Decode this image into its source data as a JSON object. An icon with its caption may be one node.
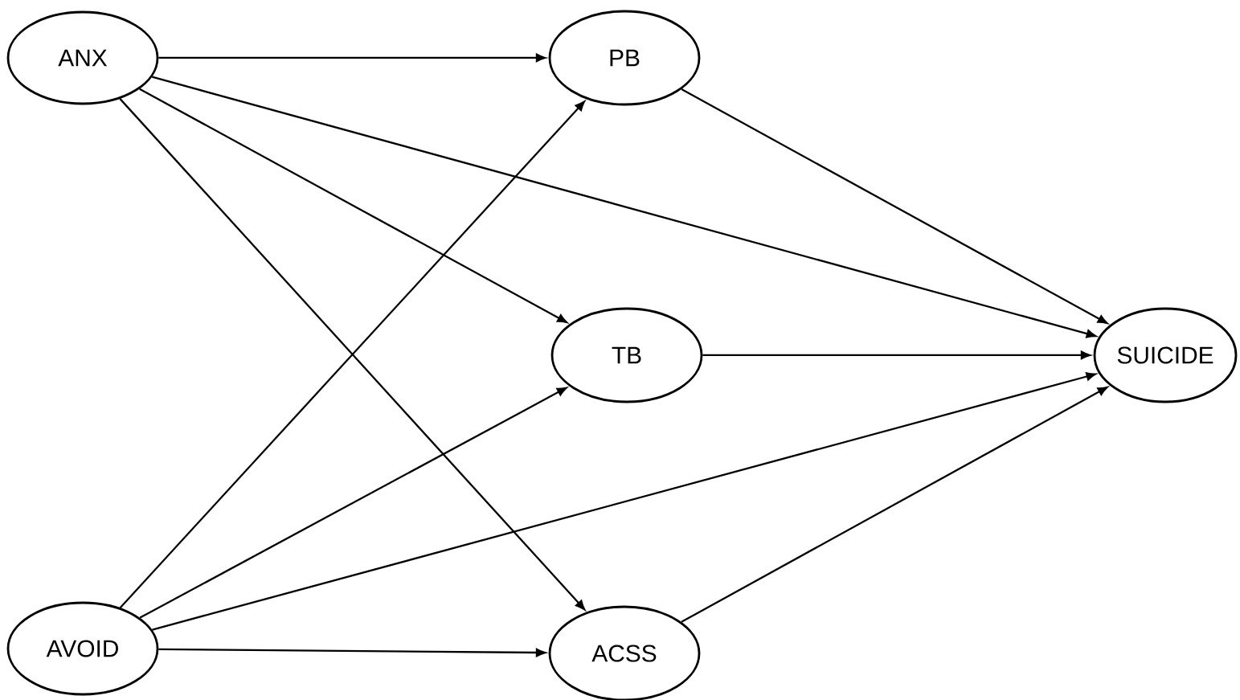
{
  "diagram": {
    "nodes": [
      {
        "text": [
          "ANX"
        ]
      },
      {
        "text": [
          "AVOID"
        ]
      },
      {
        "text": [
          "PB"
        ]
      },
      {
        "text": [
          "TB"
        ]
      },
      {
        "text": [
          "ACSS"
        ]
      },
      {
        "text": [
          "SUICIDE"
        ]
      }
    ],
    "edges": [
      {
        "from": 0,
        "to": 2,
        "arrow": "to"
      },
      {
        "from": 0,
        "to": 5,
        "arrow": "to"
      },
      {
        "from": 0,
        "to": 3,
        "arrow": "to"
      },
      {
        "from": 0,
        "to": 4,
        "arrow": "to"
      },
      {
        "from": 1,
        "to": 2,
        "arrow": "to"
      },
      {
        "from": 1,
        "to": 3,
        "arrow": "to"
      },
      {
        "from": 1,
        "to": 5,
        "arrow": "to"
      },
      {
        "from": 1,
        "to": 4,
        "arrow": "to"
      },
      {
        "from": 2,
        "to": 5,
        "arrow": "to"
      },
      {
        "from": 3,
        "to": 5,
        "arrow": "to"
      },
      {
        "from": 4,
        "to": 5,
        "arrow": "to"
      }
    ]
  }
}
